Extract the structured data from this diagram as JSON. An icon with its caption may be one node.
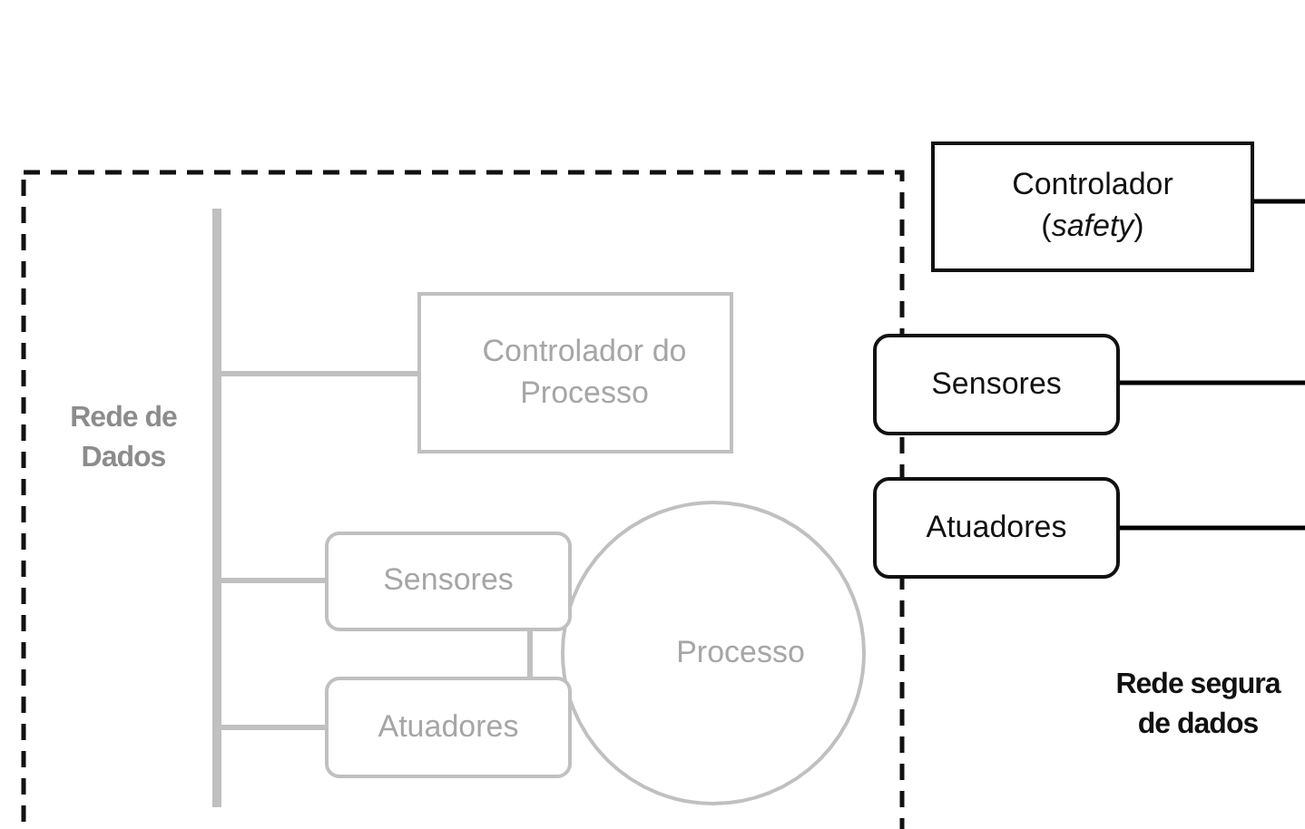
{
  "diagram": {
    "nodes": [
      {
        "text": [],
        "shape": "bar"
      },
      {
        "text": [
          "Controlador do Processo"
        ]
      },
      {
        "text": [
          "Processo"
        ]
      },
      {
        "text": [
          "Sensores"
        ]
      },
      {
        "text": [
          "Atuadores"
        ]
      },
      {
        "text": [
          "Controlador (*safety*)"
        ]
      },
      {
        "text": [
          "Sensores"
        ]
      },
      {
        "text": [
          "Atuadores"
        ]
      }
    ],
    "edges": [
      {
        "from": 0,
        "to": 1,
        "arrow": "none"
      },
      {
        "from": 0,
        "to": 3,
        "arrow": "none"
      },
      {
        "from": 0,
        "to": 4,
        "arrow": "none"
      },
      {
        "from": 3,
        "to": 4,
        "arrow": "none"
      },
      {
        "from": 5,
        "to": null,
        "arrow": "none",
        "color": "#000000"
      },
      {
        "from": 6,
        "to": null,
        "arrow": "none",
        "color": "#000000"
      },
      {
        "from": 7,
        "to": null,
        "arrow": "none",
        "color": "#000000"
      }
    ],
    "labels": [
      "Rede de Dados",
      "Rede segura de dados"
    ]
  }
}
